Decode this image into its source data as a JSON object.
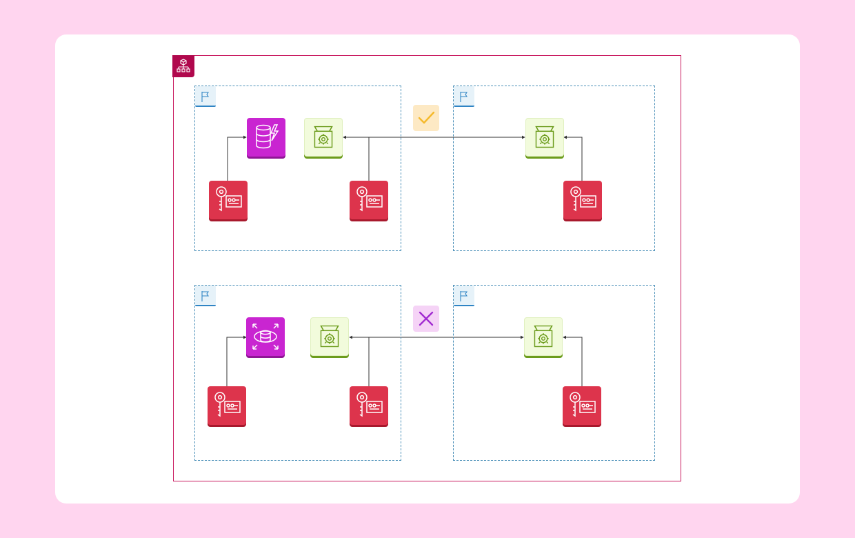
{
  "diagram": {
    "type": "aws-architecture",
    "container": {
      "kind": "organization",
      "icon": "organization-icon",
      "color": "#b0084d"
    },
    "regions": [
      {
        "id": "region-top-left",
        "icon": "flag-icon"
      },
      {
        "id": "region-top-right",
        "icon": "flag-icon"
      },
      {
        "id": "region-bottom-left",
        "icon": "flag-icon"
      },
      {
        "id": "region-bottom-right",
        "icon": "flag-icon"
      }
    ],
    "nodes": [
      {
        "id": "dynamodb",
        "icon": "dynamodb-icon",
        "color": "#c925d1"
      },
      {
        "id": "backup-vault-tl",
        "icon": "backup-vault-icon",
        "color": "#7aa116"
      },
      {
        "id": "kms-tl-1",
        "icon": "kms-key-icon",
        "color": "#dd344c"
      },
      {
        "id": "kms-tl-2",
        "icon": "kms-key-icon",
        "color": "#dd344c"
      },
      {
        "id": "backup-vault-tr",
        "icon": "backup-vault-icon",
        "color": "#7aa116"
      },
      {
        "id": "kms-tr",
        "icon": "kms-key-icon",
        "color": "#dd344c"
      },
      {
        "id": "rds",
        "icon": "rds-icon",
        "color": "#c925d1"
      },
      {
        "id": "backup-vault-bl",
        "icon": "backup-vault-icon",
        "color": "#7aa116"
      },
      {
        "id": "kms-bl-1",
        "icon": "kms-key-icon",
        "color": "#dd344c"
      },
      {
        "id": "kms-bl-2",
        "icon": "kms-key-icon",
        "color": "#dd344c"
      },
      {
        "id": "backup-vault-br",
        "icon": "backup-vault-icon",
        "color": "#7aa116"
      },
      {
        "id": "kms-br",
        "icon": "kms-key-icon",
        "color": "#dd344c"
      }
    ],
    "edges": [
      {
        "from": "kms-tl-1",
        "to": "dynamodb"
      },
      {
        "from": "kms-tl-2",
        "to": "backup-vault-tl"
      },
      {
        "from": "kms-tl-2",
        "to": "backup-vault-tr"
      },
      {
        "from": "kms-tr",
        "to": "backup-vault-tr"
      },
      {
        "from": "kms-bl-1",
        "to": "rds"
      },
      {
        "from": "kms-bl-2",
        "to": "backup-vault-bl"
      },
      {
        "from": "kms-bl-2",
        "to": "backup-vault-br"
      },
      {
        "from": "kms-br",
        "to": "backup-vault-br"
      }
    ],
    "status_markers": [
      {
        "id": "copy-allowed",
        "icon": "check-icon",
        "color": "#f5b92a"
      },
      {
        "id": "copy-denied",
        "icon": "cross-icon",
        "color": "#a12bd1"
      }
    ]
  }
}
